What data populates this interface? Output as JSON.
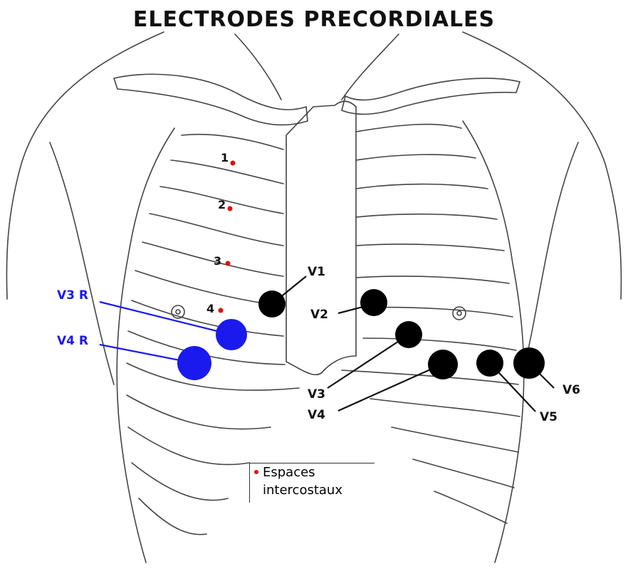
{
  "title": "ELECTRODES PRECORDIALES",
  "colors": {
    "ink": "#111111",
    "right_electrode": "#1a1aee",
    "intercostal_marker": "#e01010",
    "left_electrode": "#000000"
  },
  "intercostal_numbers": [
    "1",
    "2",
    "3",
    "4"
  ],
  "electrodes": {
    "v1": "V1",
    "v2": "V2",
    "v3": "V3",
    "v4": "V4",
    "v5": "V5",
    "v6": "V6",
    "v3r": "V3 R",
    "v4r": "V4 R"
  },
  "legend": {
    "line1": "Espaces",
    "line2": "intercostaux"
  }
}
